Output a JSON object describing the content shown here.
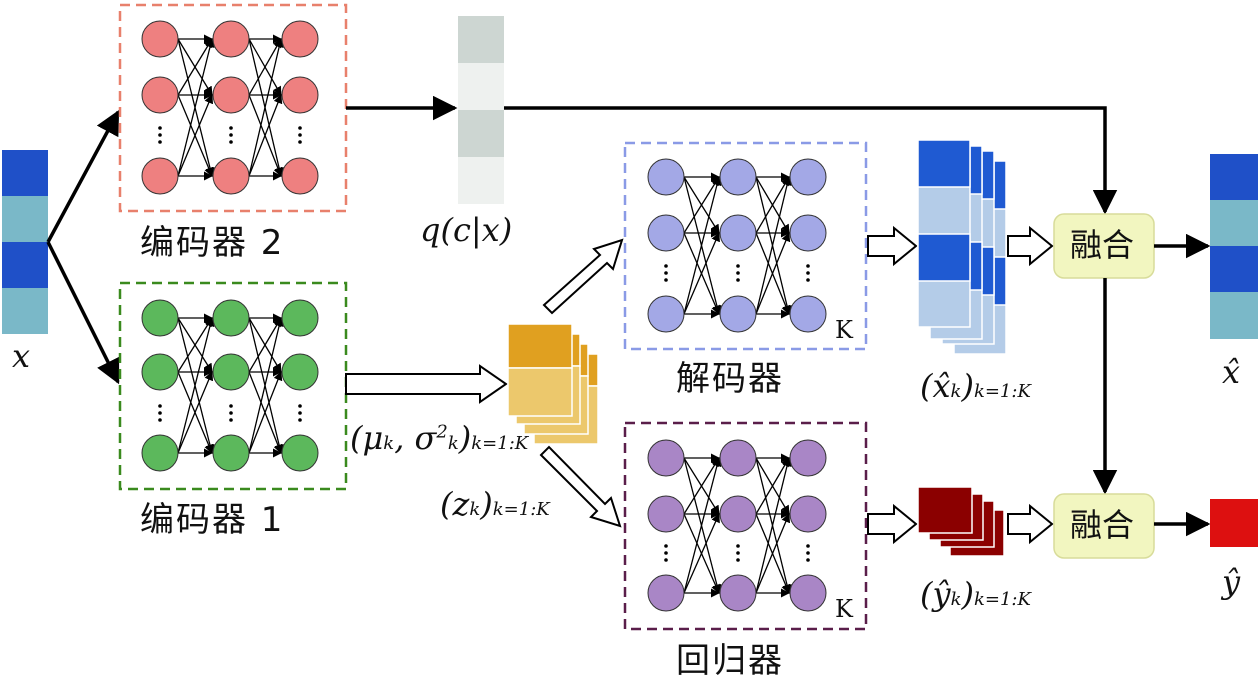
{
  "labels": {
    "input": "x",
    "encoder2": "编码器 2",
    "encoder1": "编码器 1",
    "cluster": "q(c|x)",
    "latent_params": "(μk, σ²k)k=1:K",
    "latent_params_main": "(μ",
    "latent_params_k": "k",
    "latent_params_sigma": ", σ",
    "latent_params_sup": "2",
    "latent_params_k2": "k",
    "latent_params_close": ")",
    "latent_params_range": "k=1:K",
    "latent_samples_main": "(z",
    "latent_samples_k": "k",
    "latent_samples_close": ")",
    "latent_samples_range": "k=1:K",
    "decoder": "解码器",
    "regressor": "回归器",
    "decoder_k": "K",
    "regressor_k": "K",
    "recon_set_main": "(x̂",
    "recon_set_k": "k",
    "recon_set_close": ")",
    "recon_set_range": "k=1:K",
    "pred_set_main": "(ŷ",
    "pred_set_k": "k",
    "pred_set_close": ")",
    "pred_set_range": "k=1:K",
    "fusion_top": "融合",
    "fusion_bottom": "融合",
    "output_x": "x̂",
    "output_y": "ŷ"
  },
  "colors": {
    "encoder2_node": "#ee8080",
    "encoder2_border": "#e8806c",
    "encoder1_node": "#5cb85c",
    "encoder1_border": "#3a8a1e",
    "decoder_node": "#a3a8e6",
    "decoder_border": "#8a9ae6",
    "regressor_node": "#a986c6",
    "regressor_border": "#5a1e4a",
    "latent_top": "#e0a020",
    "latent_bottom": "#ecc86c",
    "vec_dark": "#1f50c8",
    "vec_light": "#7ab8c8",
    "recon_dark": "#1f5ad2",
    "recon_light": "#b4cce8",
    "pred": "#8b0000",
    "output_y": "#dd1010",
    "fusion_fill": "#f2f6c0",
    "cluster_dark": "#cdd6d2",
    "cluster_light": "#eef1ef"
  }
}
